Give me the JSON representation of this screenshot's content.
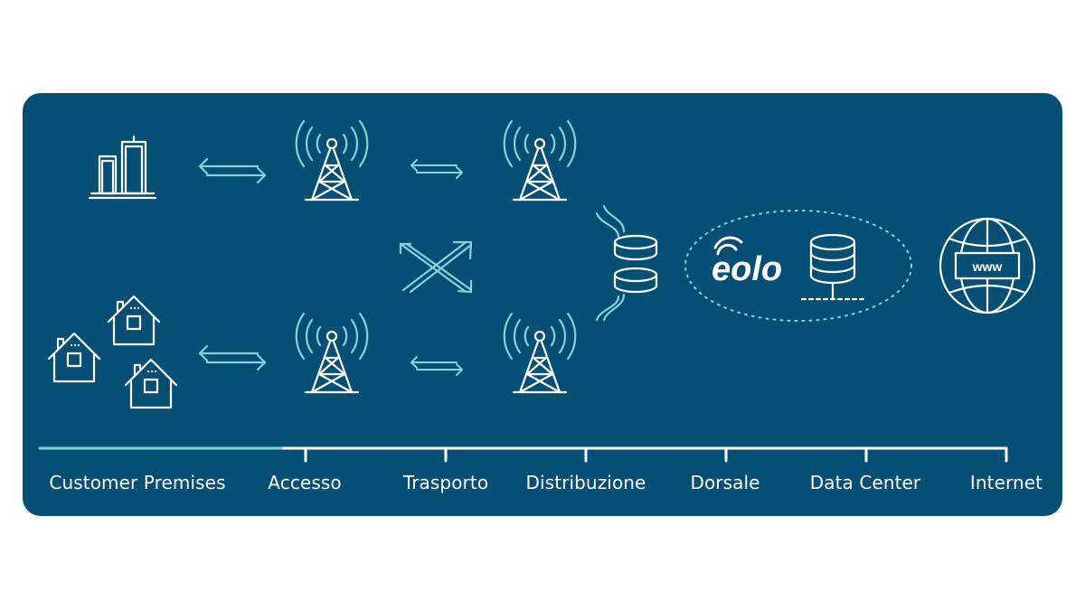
{
  "colors": {
    "panel_background": "#064f74",
    "icon_stroke": "#ffffff",
    "link_arrow": "#8cd0dc",
    "progress_highlight": "#8cd0dc",
    "timeline": "#ffffff"
  },
  "icons": {
    "office": "office-buildings-icon",
    "houses": "houses-icon",
    "tower": "radio-tower-icon",
    "arrows": "bidirectional-arrow-icon",
    "interconnect": "cross-arrows-icon",
    "storage": "database-icon",
    "server": "server-icon",
    "globe": "globe-www-icon"
  },
  "logo_text": "eolo",
  "globe_text": "www",
  "timeline": {
    "highlighted_fraction": 0.25,
    "stages": [
      {
        "label": "Customer Premises"
      },
      {
        "label": "Accesso"
      },
      {
        "label": "Trasporto"
      },
      {
        "label": "Distribuzione"
      },
      {
        "label": "Dorsale"
      },
      {
        "label": "Data Center"
      },
      {
        "label": "Internet"
      }
    ]
  }
}
